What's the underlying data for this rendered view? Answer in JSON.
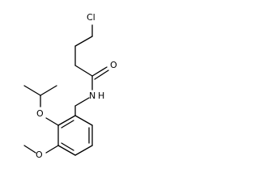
{
  "molecule": {
    "atom_labels": {
      "chlorine": "Cl",
      "carbonyl_oxygen": "O",
      "amide_nitrogen": "N",
      "amide_hydrogen": "H",
      "isopropoxy_oxygen": "O",
      "methoxy_oxygen": "O"
    }
  }
}
